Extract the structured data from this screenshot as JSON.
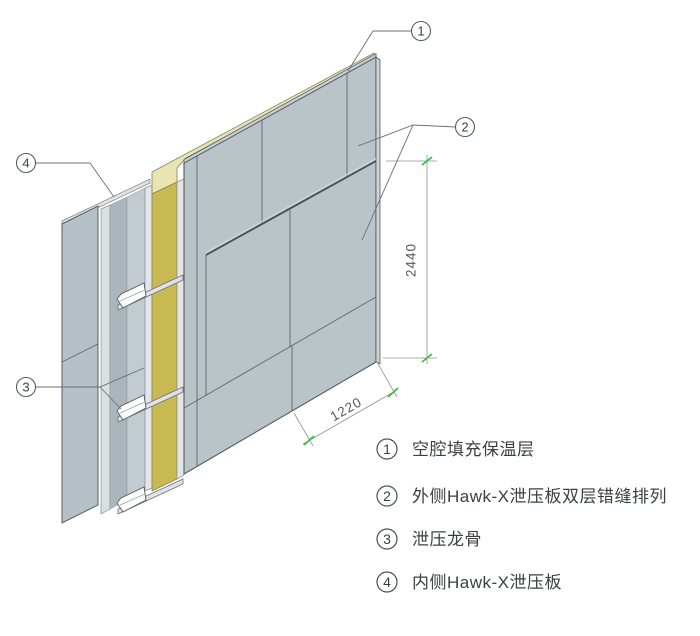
{
  "figure": {
    "title": "wall-assembly-axonometric-detail"
  },
  "dimensions": {
    "panel_height": "2440",
    "panel_width": "1220"
  },
  "callouts": [
    {
      "num": "1"
    },
    {
      "num": "2"
    },
    {
      "num": "3"
    },
    {
      "num": "4"
    }
  ],
  "legend": {
    "items": [
      {
        "num": "1",
        "label": "空腔填充保温层"
      },
      {
        "num": "2",
        "label": "外侧Hawk-X泄压板双层错缝排列"
      },
      {
        "num": "3",
        "label": "泄压龙骨"
      },
      {
        "num": "4",
        "label": "内侧Hawk-X泄压板"
      }
    ]
  },
  "colors": {
    "panel_gray": "#b9c4c8",
    "inner_panel_gray": "#b5c1c6",
    "cavity_gray": "#aab6bb",
    "cavity_light": "#c2ccd0",
    "stud_silver": "#dde2e4",
    "insulation_yellow": "#c9b952",
    "insulation_top_pale": "#e9e4b2",
    "clip_white": "#fbfcfc",
    "outline": "#565c60",
    "tick_green": "#3eb944"
  }
}
